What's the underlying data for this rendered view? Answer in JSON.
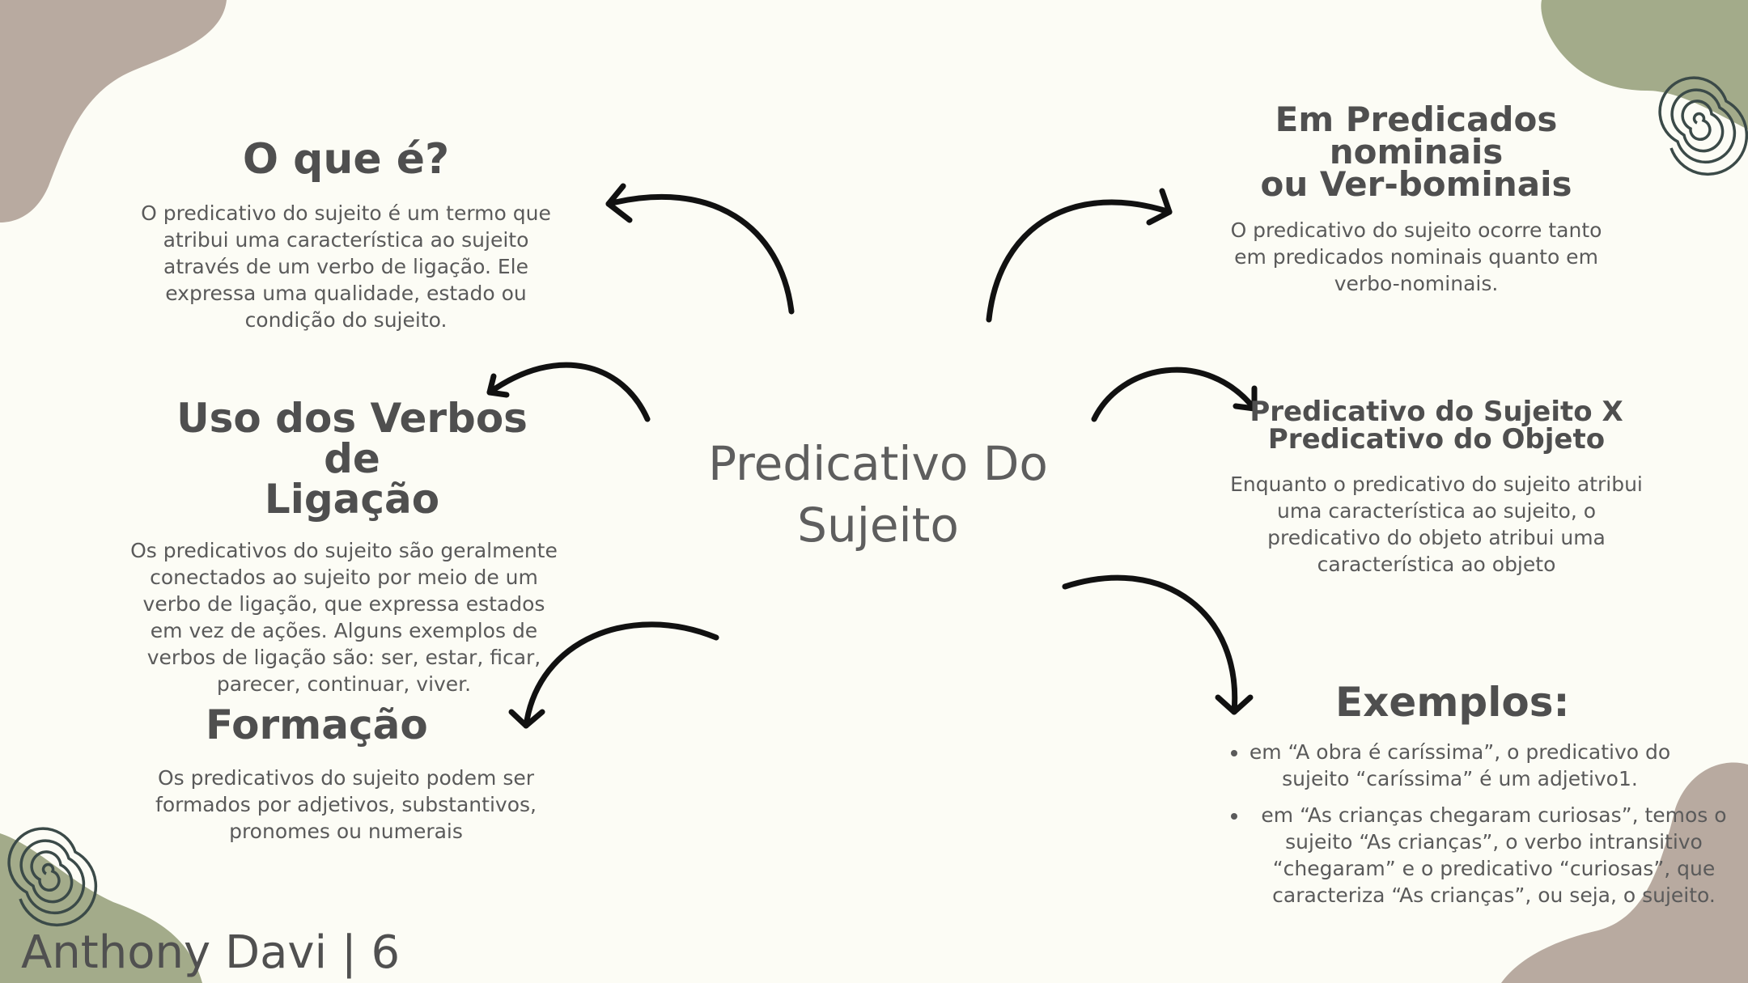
{
  "colors": {
    "background": "#fcfcf5",
    "blob_taupe": "#b8aaa0",
    "blob_sage": "#a3ab8a",
    "spiral": "#3b4a48",
    "arrow": "#111111"
  },
  "center": {
    "line1": "Predicativo Do",
    "line2": "Sujeito"
  },
  "sections": {
    "what_is": {
      "title": "O que é?",
      "text": "O predicativo do sujeito é um termo que atribui uma característica ao sujeito através de um verbo de ligação. Ele expressa uma qualidade, estado ou condição do sujeito."
    },
    "linking_verbs": {
      "title_line1": "Uso dos Verbos de",
      "title_line2": "Ligação",
      "text": "Os predicativos do sujeito são geralmente conectados ao sujeito por meio de um verbo de ligação, que expressa estados em vez de ações. Alguns exemplos de verbos de ligação são: ser, estar, ficar, parecer, continuar, viver."
    },
    "formation": {
      "title": "Formação",
      "text": "Os predicativos do sujeito podem ser formados por adjetivos, substantivos, pronomes ou numerais"
    },
    "predicates": {
      "title_line1": "Em Predicados nominais",
      "title_line2": "ou Ver-bominais",
      "text": "O predicativo do sujeito ocorre tanto em predicados nominais quanto em verbo-nominais."
    },
    "comparison": {
      "title_line1": "Predicativo do Sujeito X",
      "title_line2": "Predicativo do Objeto",
      "text": "Enquanto o predicativo do sujeito atribui uma característica ao sujeito, o predicativo do objeto atribui uma característica ao objeto"
    },
    "examples": {
      "title": "Exemplos:",
      "items": [
        "em “A obra é caríssima”, o predicativo do sujeito “caríssima” é um adjetivo1.",
        "em “As crianças chegaram curiosas”, temos o sujeito “As crianças”, o verbo intransitivo “chegaram” e o predicativo “curiosas”, que caracteriza “As crianças”, ou seja, o sujeito."
      ]
    }
  },
  "footer": {
    "author": "Anthony Davi | 6"
  },
  "decor": {
    "spiral_icon": "spiral-icon",
    "arrow_icon": "curved-arrow-icon"
  }
}
